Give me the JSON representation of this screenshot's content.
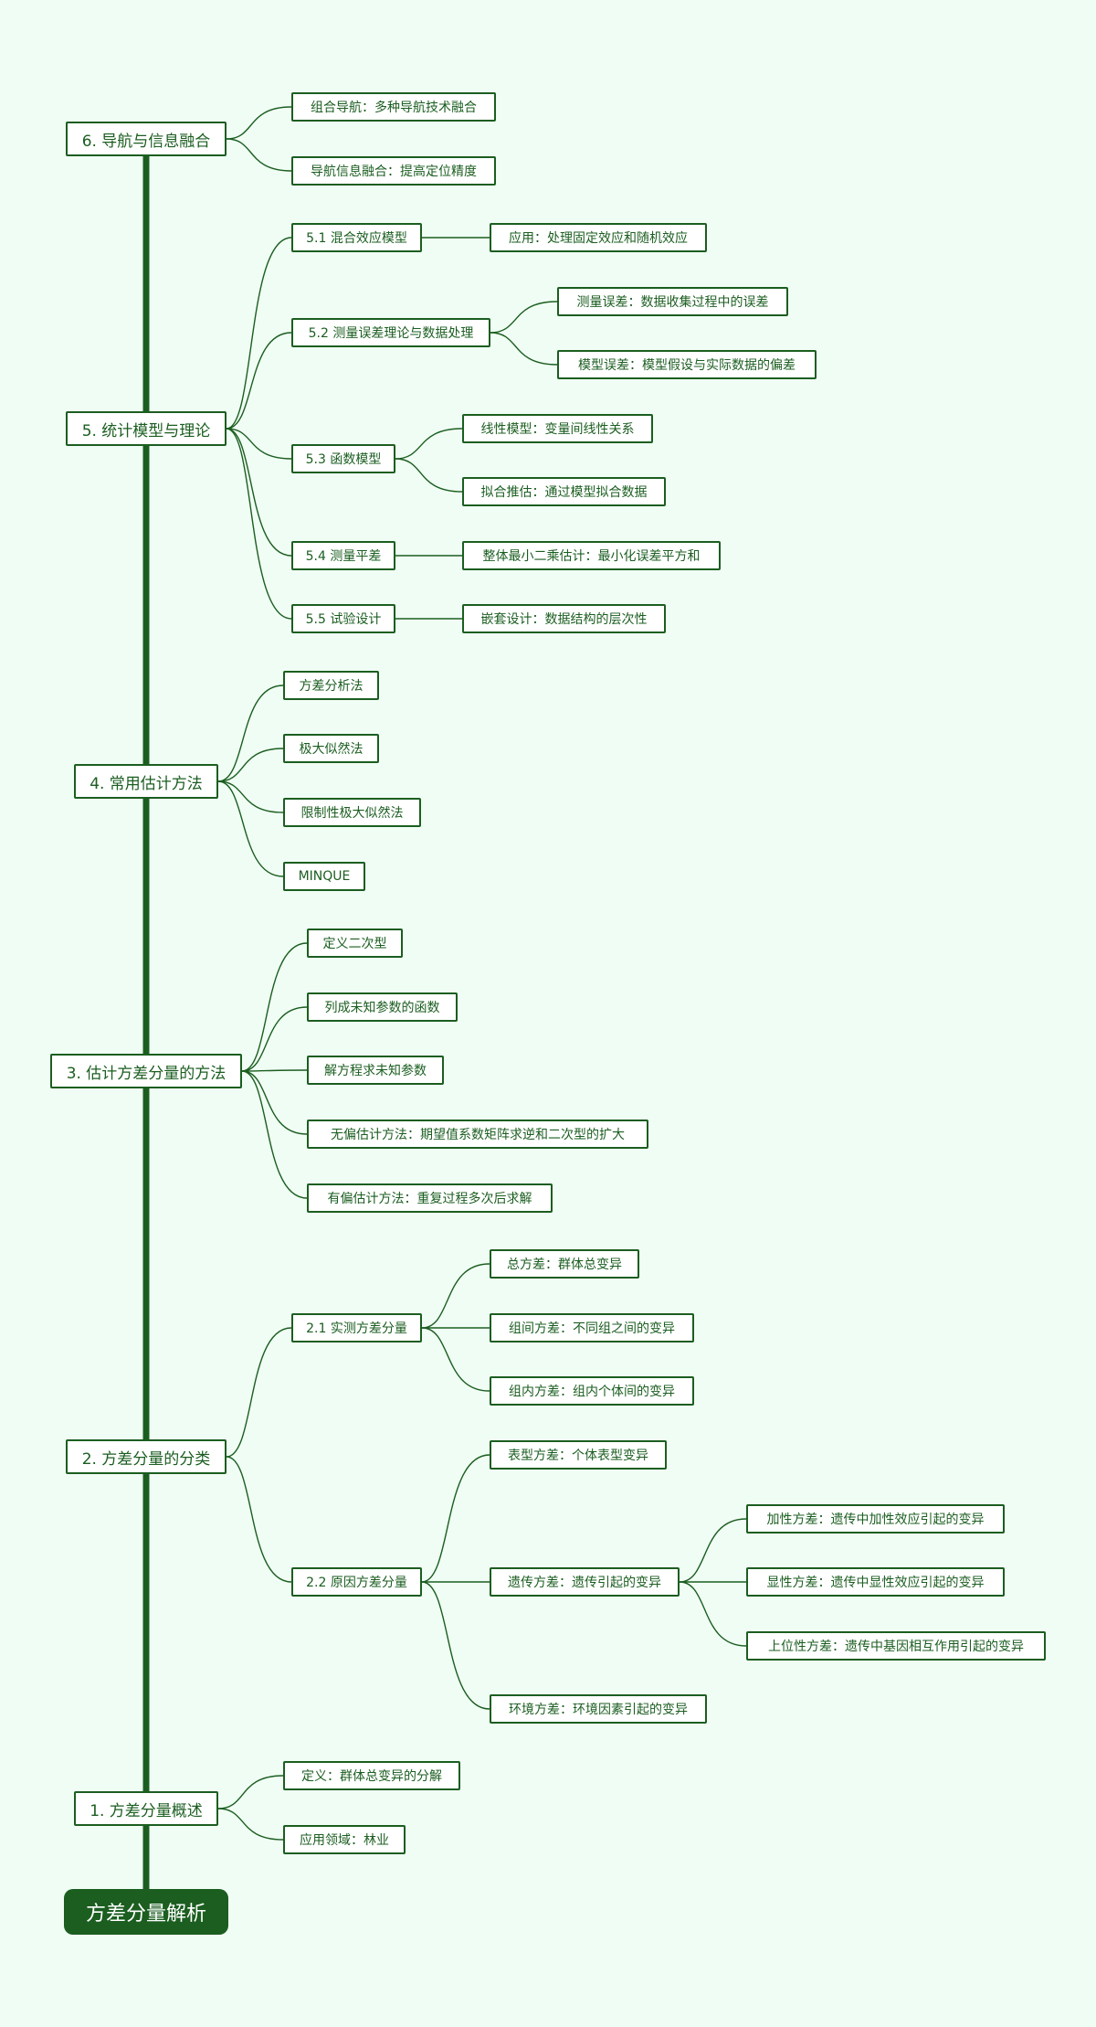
{
  "diagram": {
    "type": "mind-map",
    "colors": {
      "background": "#f0fdf4",
      "line": "#1b5e20",
      "node_fill": "#ffffff",
      "root_fill": "#1b5e20",
      "root_text": "#ffffff"
    },
    "root": "方差分量解析",
    "branches": [
      {
        "id": "b1",
        "label": "1. 方差分量概述",
        "children": [
          {
            "id": "b1-1",
            "label": "定义：群体总变异的分解"
          },
          {
            "id": "b1-2",
            "label": "应用领域：林业"
          }
        ]
      },
      {
        "id": "b2",
        "label": "2. 方差分量的分类",
        "children": [
          {
            "id": "b2-1",
            "label": "2.1 实测方差分量",
            "children": [
              {
                "id": "b2-1-1",
                "label": "总方差：群体总变异"
              },
              {
                "id": "b2-1-2",
                "label": "组间方差：不同组之间的变异"
              },
              {
                "id": "b2-1-3",
                "label": "组内方差：组内个体间的变异"
              }
            ]
          },
          {
            "id": "b2-2",
            "label": "2.2 原因方差分量",
            "children": [
              {
                "id": "b2-2-1",
                "label": "表型方差：个体表型变异"
              },
              {
                "id": "b2-2-2",
                "label": "遗传方差：遗传引起的变异",
                "children": [
                  {
                    "id": "b2-2-2-1",
                    "label": "加性方差：遗传中加性效应引起的变异"
                  },
                  {
                    "id": "b2-2-2-2",
                    "label": "显性方差：遗传中显性效应引起的变异"
                  },
                  {
                    "id": "b2-2-2-3",
                    "label": "上位性方差：遗传中基因相互作用引起的变异"
                  }
                ]
              },
              {
                "id": "b2-2-3",
                "label": "环境方差：环境因素引起的变异"
              }
            ]
          }
        ]
      },
      {
        "id": "b3",
        "label": "3. 估计方差分量的方法",
        "children": [
          {
            "id": "b3-1",
            "label": "定义二次型"
          },
          {
            "id": "b3-2",
            "label": "列成未知参数的函数"
          },
          {
            "id": "b3-3",
            "label": "解方程求未知参数"
          },
          {
            "id": "b3-4",
            "label": "无偏估计方法：期望值系数矩阵求逆和二次型的扩大"
          },
          {
            "id": "b3-5",
            "label": "有偏估计方法：重复过程多次后求解"
          }
        ]
      },
      {
        "id": "b4",
        "label": "4. 常用估计方法",
        "children": [
          {
            "id": "b4-1",
            "label": "方差分析法"
          },
          {
            "id": "b4-2",
            "label": "极大似然法"
          },
          {
            "id": "b4-3",
            "label": "限制性极大似然法"
          },
          {
            "id": "b4-4",
            "label": "MINQUE"
          }
        ]
      },
      {
        "id": "b5",
        "label": "5. 统计模型与理论",
        "children": [
          {
            "id": "b5-1",
            "label": "5.1 混合效应模型",
            "children": [
              {
                "id": "b5-1-1",
                "label": "应用：处理固定效应和随机效应"
              }
            ]
          },
          {
            "id": "b5-2",
            "label": "5.2 测量误差理论与数据处理",
            "children": [
              {
                "id": "b5-2-1",
                "label": "测量误差：数据收集过程中的误差"
              },
              {
                "id": "b5-2-2",
                "label": "模型误差：模型假设与实际数据的偏差"
              }
            ]
          },
          {
            "id": "b5-3",
            "label": "5.3 函数模型",
            "children": [
              {
                "id": "b5-3-1",
                "label": "线性模型：变量间线性关系"
              },
              {
                "id": "b5-3-2",
                "label": "拟合推估：通过模型拟合数据"
              }
            ]
          },
          {
            "id": "b5-4",
            "label": "5.4 测量平差",
            "children": [
              {
                "id": "b5-4-1",
                "label": "整体最小二乘估计：最小化误差平方和"
              }
            ]
          },
          {
            "id": "b5-5",
            "label": "5.5 试验设计",
            "children": [
              {
                "id": "b5-5-1",
                "label": "嵌套设计：数据结构的层次性"
              }
            ]
          }
        ]
      },
      {
        "id": "b6",
        "label": "6. 导航与信息融合",
        "children": [
          {
            "id": "b6-1",
            "label": "组合导航：多种导航技术融合"
          },
          {
            "id": "b6-2",
            "label": "导航信息融合：提高定位精度"
          }
        ]
      }
    ]
  }
}
